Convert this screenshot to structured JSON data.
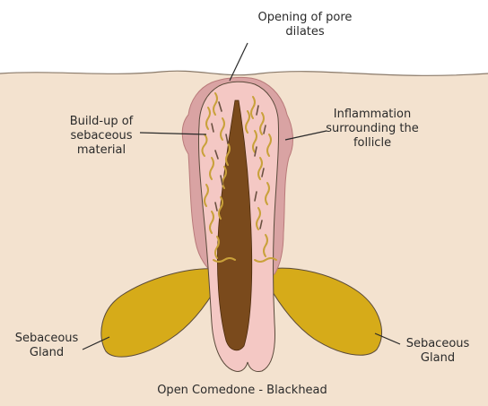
{
  "labels": {
    "pore_line1": "Opening of pore",
    "pore_line2": "dilates",
    "buildup_line1": "Build-up of",
    "buildup_line2": "sebaceous",
    "buildup_line3": "material",
    "inflam_line1": "Inflammation",
    "inflam_line2": "surrounding the",
    "inflam_line3": "follicle",
    "gland_left_line1": "Sebaceous",
    "gland_left_line2": "Gland",
    "gland_right_line1": "Sebaceous",
    "gland_right_line2": "Gland",
    "caption": "Open Comedone - Blackhead"
  },
  "colors": {
    "skin": "#f3e2cf",
    "skin_surface_line": "#8a7a6a",
    "inflammation": "#d9a3a3",
    "follicle_wall": "#f4c8c4",
    "sebum_strands": "#c9a13a",
    "hair_shaft": "#7a4a1c",
    "gland": "#d6ab19",
    "outline": "#5a4a3a"
  }
}
